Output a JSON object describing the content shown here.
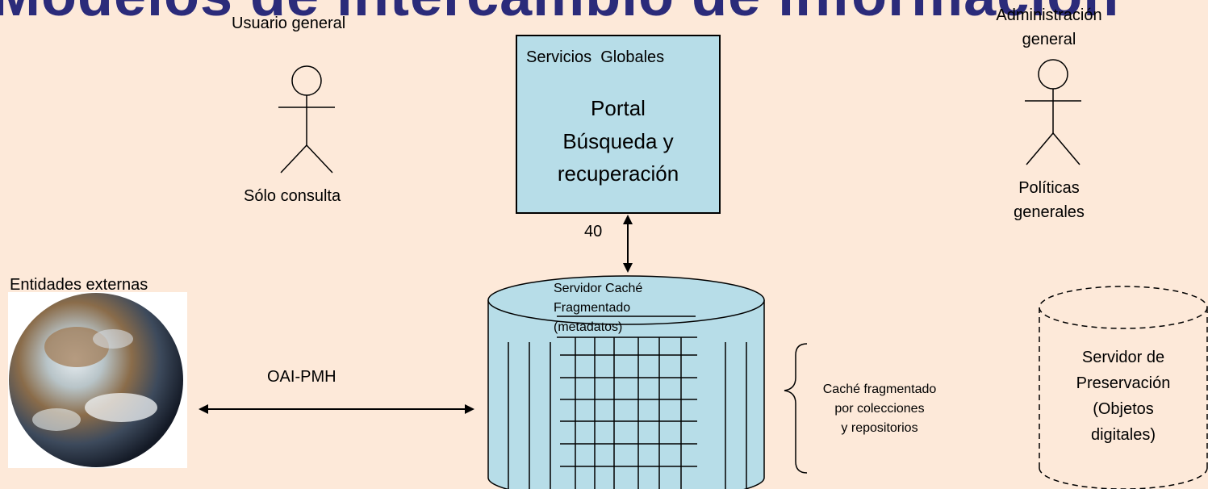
{
  "title": "Modelos de intercambio de información",
  "actors": {
    "user": {
      "top_label": "Usuario general",
      "bottom_label": "Sólo consulta"
    },
    "admin": {
      "top_label_line1": "Administración",
      "top_label_line2": "general",
      "bottom_label_line1": "Políticas",
      "bottom_label_line2": "generales"
    }
  },
  "portal_box": {
    "heading": "Servicios  Globales",
    "line1": "Portal",
    "line2": "Búsqueda y",
    "line3": "recuperación"
  },
  "link_label": "40",
  "external": {
    "label": "Entidades externas"
  },
  "protocol_label": "OAI-PMH",
  "cache_server": {
    "line1": "Servidor Caché",
    "line2": "Fragmentado",
    "line3": "(metadatos)"
  },
  "fragment_note": {
    "line1": "Caché fragmentado",
    "line2": "por colecciones",
    "line3": "y repositorios"
  },
  "preservation_server": {
    "line1": "Servidor de",
    "line2": "Preservación",
    "line3": "(Objetos",
    "line4": "digitales)"
  },
  "colors": {
    "background": "#fde9d9",
    "box_fill": "#b7dde8",
    "title": "#2b2b7a",
    "stroke": "#000000"
  },
  "icons": [
    "user-actor-icon",
    "admin-actor-icon",
    "earth-globe-icon",
    "cache-cylinder-icon",
    "preservation-cylinder-icon",
    "double-arrow-icon",
    "brace-icon"
  ]
}
